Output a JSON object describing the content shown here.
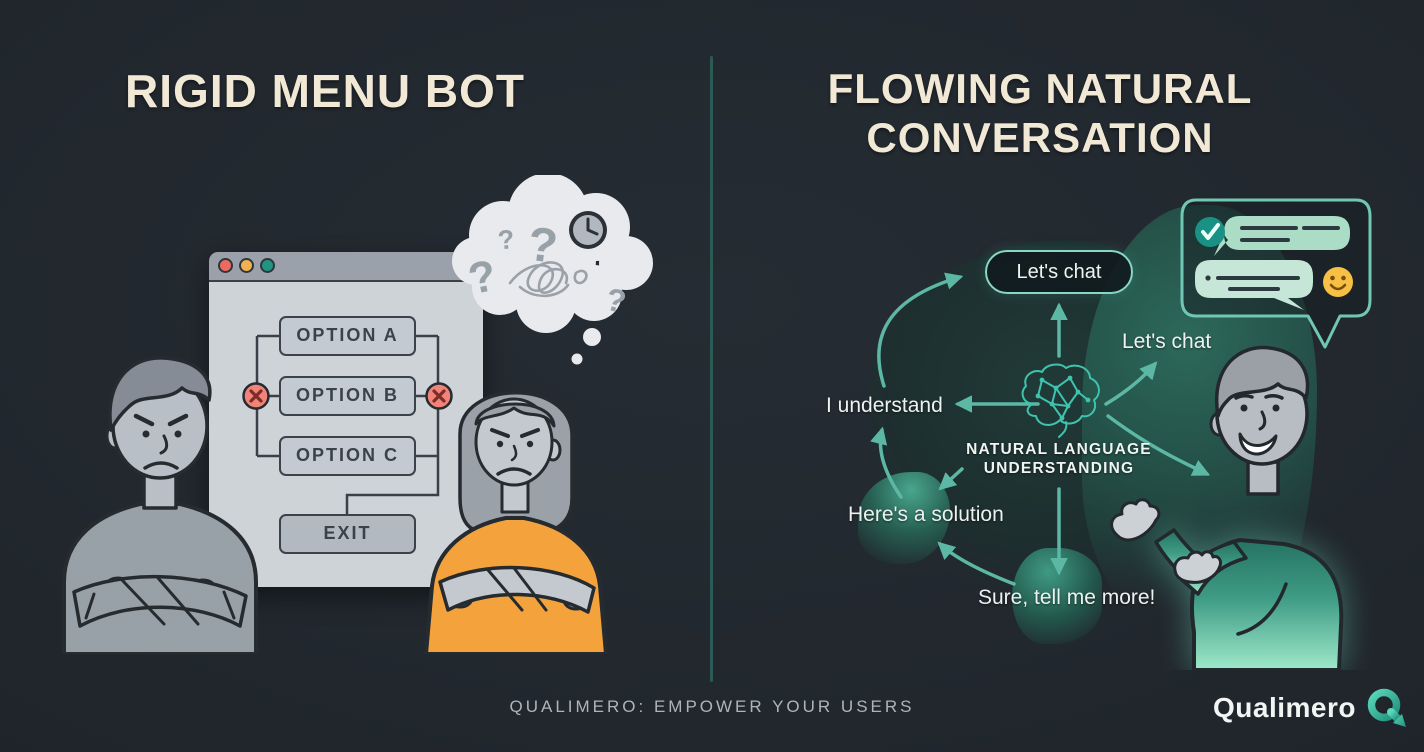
{
  "left": {
    "title": "RIGID MENU BOT",
    "window": {
      "options": [
        "OPTION A",
        "OPTION B",
        "OPTION C"
      ],
      "exit_label": "EXIT"
    },
    "thought_question_mark": "?"
  },
  "right": {
    "title_line1": "FLOWING NATURAL",
    "title_line2": "CONVERSATION",
    "chat_pill": "Let's chat",
    "phrases": {
      "lets_chat": "Let's chat",
      "i_understand": "I understand",
      "heres_a_solution": "Here's a solution",
      "sure_tell_me_more": "Sure, tell me more!"
    },
    "center_label_line1": "NATURAL LANGUAGE",
    "center_label_line2": "UNDERSTANDING"
  },
  "footer": {
    "tagline": "QUALIMERO: EMPOWER YOUR USERS",
    "brand": "Qualimero"
  },
  "colors": {
    "background": "#20262c",
    "accent_teal": "#5cb8a4",
    "pill_border": "#87d7c3",
    "title_cream": "#f1e9d6",
    "text_white": "#edf2f0",
    "orange_shirt": "#f4a33c",
    "mint_bubble": "#abdcc6",
    "error_red": "#f2837a",
    "brand_teal": "#2aa38c",
    "window_gray": "#ced3d8"
  }
}
